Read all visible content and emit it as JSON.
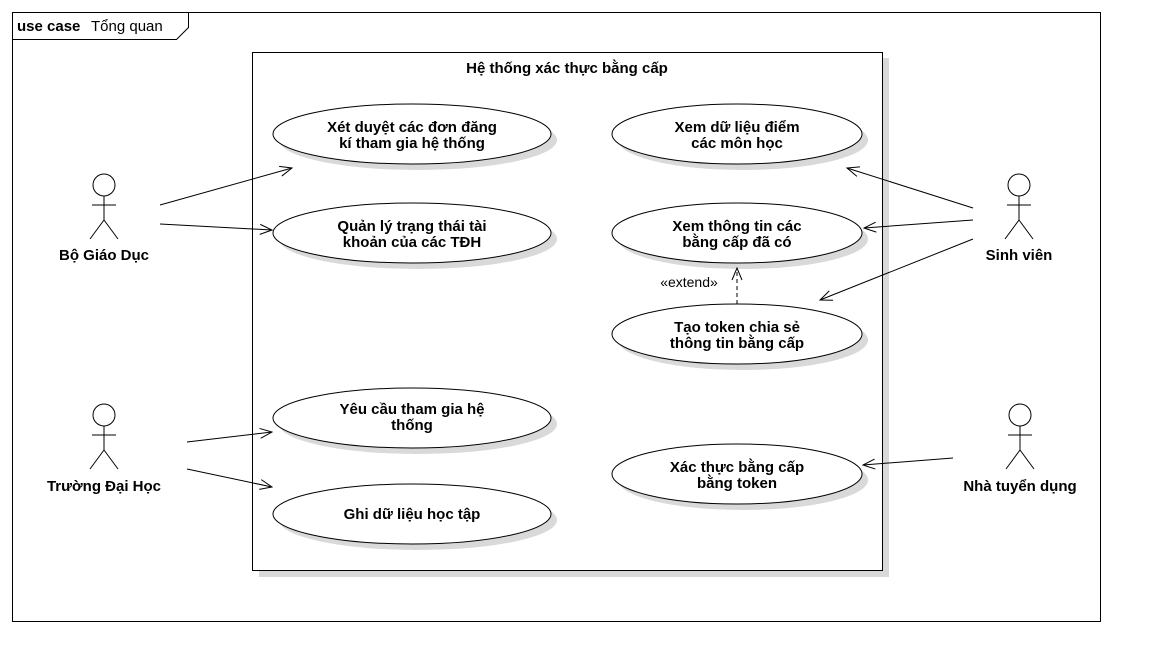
{
  "frame": {
    "keyword": "use case",
    "name": "Tổng quan"
  },
  "system": {
    "title": "Hệ thống xác thực bằng cấp"
  },
  "actors": {
    "bgd": "Bộ Giáo Dục",
    "tdh": "Trường Đại Học",
    "sv": "Sinh viên",
    "ntd": "Nhà tuyển dụng"
  },
  "use_cases": {
    "uc1": [
      "Xét duyệt các đơn đăng",
      "kí tham gia hệ thống"
    ],
    "uc2": [
      "Quản lý trạng thái tài",
      "khoản của các TĐH"
    ],
    "uc3": [
      "Yêu cầu tham gia hệ",
      "thống"
    ],
    "uc4": [
      "Ghi dữ liệu học tập"
    ],
    "uc5": [
      "Xem dữ liệu điểm",
      "các môn học"
    ],
    "uc6": [
      "Xem thông tin các",
      "bằng cấp đã có"
    ],
    "uc7": [
      "Tạo token chia sẻ",
      "thông tin bằng cấp"
    ],
    "uc8": [
      "Xác thực bằng cấp",
      "bằng token"
    ]
  },
  "relations": {
    "extend_label": "«extend»"
  },
  "colors": {
    "line": "#000000",
    "shadow": "#d9d9d9",
    "background": "#ffffff"
  }
}
